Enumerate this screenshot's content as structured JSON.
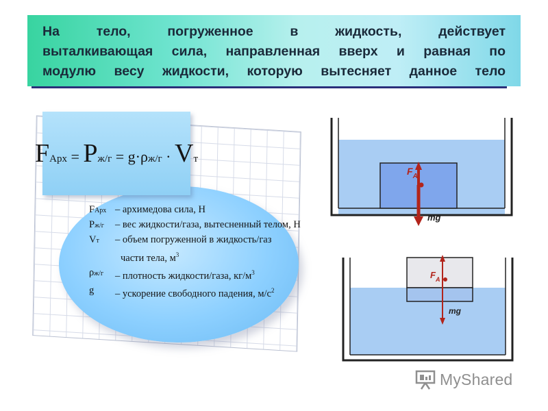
{
  "title": {
    "lines": [
      "На тело, погруженное в жидкость, действует",
      "выталкивающая сила, направленная вверх и равная по",
      "модулю весу жидкости, которую вытесняет данное тело"
    ]
  },
  "formula": {
    "F": "F",
    "F_sub": "Арх",
    "eq1": " = ",
    "P": "P",
    "P_sub": "ж/г",
    "eq2": " = ",
    "g": "g",
    "dot1": "·",
    "rho": "ρ",
    "rho_sub": "ж/г",
    "dot2": " · ",
    "V": "V",
    "V_sub": "т"
  },
  "legend": [
    {
      "sym": "F",
      "sub": "Арх",
      "desc": "– архимедова сила, Н"
    },
    {
      "sym": "P",
      "sub": "ж/г",
      "desc": "– вес жидкости/газа, вытесненный телом, Н"
    },
    {
      "sym": "V",
      "sub": "т",
      "desc": "– объем погруженной в жидкость/газ"
    },
    {
      "sym": "",
      "sub": "",
      "desc": "части тела, м",
      "sup": "3",
      "indent": true
    },
    {
      "sym": "ρ",
      "sub": "ж/г",
      "desc": "– плотность жидкости/газа, кг/м",
      "sup": "3"
    },
    {
      "sym": "g",
      "sub": "",
      "desc": "– ускорение свободного падения, м/с",
      "sup": "2"
    }
  ],
  "diagram_labels": {
    "force_F": "F",
    "force_F_sub": "A",
    "force_mg": "mg"
  },
  "colors": {
    "water": "#a9cdf3",
    "body": "#7fa6ec",
    "body_floating": "#e8e8ec",
    "arrow": "#b2241b",
    "vessel": "#222222"
  },
  "watermark": {
    "text": "MyShared",
    "icon": "presentation-board-icon"
  }
}
